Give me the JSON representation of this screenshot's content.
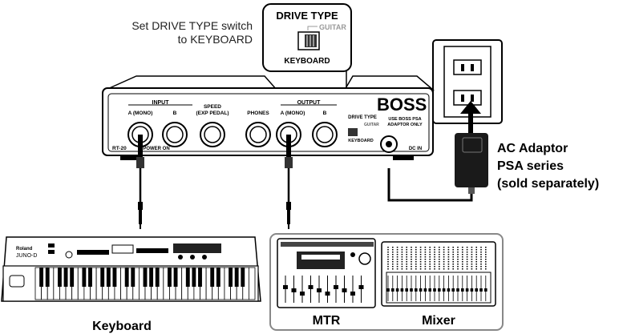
{
  "instruction": {
    "line1": "Set DRIVE TYPE switch",
    "line2": "to KEYBOARD"
  },
  "callout": {
    "title": "DRIVE TYPE",
    "guitar": "GUITAR",
    "keyboard": "KEYBOARD"
  },
  "pedal": {
    "brand": "BOSS",
    "model": "RT-20",
    "input_label": "INPUT",
    "input_a": "A (MONO)",
    "input_b": "B",
    "power_on": "POWER ON",
    "speed_label": "SPEED",
    "speed_sub": "(EXP PEDAL)",
    "phones": "PHONES",
    "output_label": "OUTPUT",
    "output_a": "A (MONO)",
    "output_b": "B",
    "drive_type_small": "DRIVE TYPE",
    "guitar_small": "GUITAR",
    "keyboard_small": "KEYBOARD",
    "adaptor_note1": "USE BOSS PSA",
    "adaptor_note2": "ADAPTOR ONLY",
    "dc_in": "DC IN"
  },
  "adaptor": {
    "line1": "AC Adaptor",
    "line2": "PSA series",
    "line3": "(sold separately)"
  },
  "keyboard": {
    "brand": "Roland",
    "model": "JUNO-D",
    "caption": "Keyboard"
  },
  "devices": {
    "mtr_caption": "MTR",
    "mixer_caption": "Mixer"
  }
}
